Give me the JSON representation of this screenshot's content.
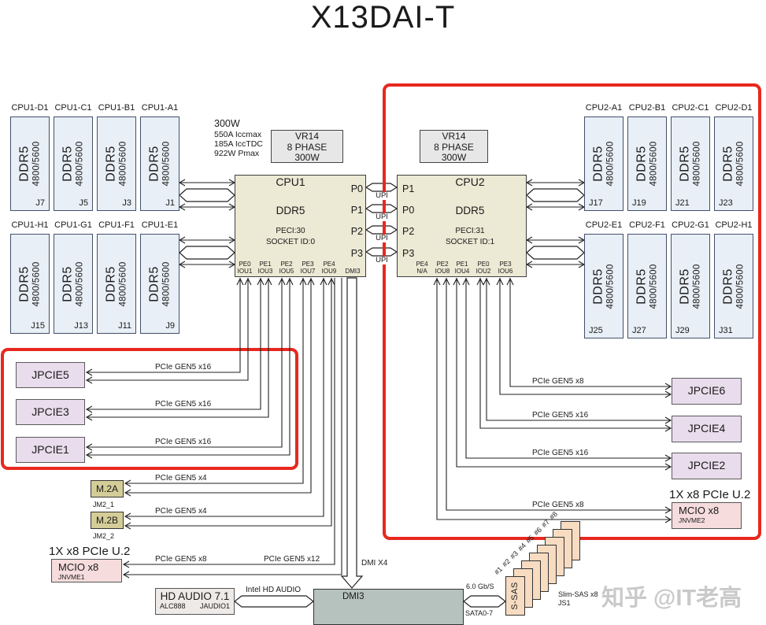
{
  "title": "X13DAI-T",
  "watermark": "知乎 @IT老高",
  "colors": {
    "highlight_red": "#e8281f",
    "dimm_fill": "#e9eff6",
    "cpu_fill": "#ece9d4",
    "pcie_fill": "#e9dcec",
    "m2_fill": "#d5cd97",
    "mcio_fill": "#f6dcdc",
    "vr_fill": "#e7e7e7",
    "dmi_fill": "#b6c2bd",
    "sas_fill": "#f7dcc2",
    "audio_fill": "#eeeae8"
  },
  "power_note": {
    "l1": "300W",
    "l2": "550A Iccmax",
    "l3": "185A IccTDC",
    "l4": "922W Pmax"
  },
  "vr": {
    "l1": "VR14",
    "l2": "8 PHASE",
    "l3": "300W"
  },
  "cpu1": {
    "name": "CPU1",
    "mem": "DDR5",
    "peci": "PECI:30",
    "socket": "SOCKET ID:0",
    "ports": [
      "P0",
      "P1",
      "P2",
      "P3"
    ],
    "bottom": [
      [
        "PE0",
        "IOU1"
      ],
      [
        "PE1",
        "IOU3"
      ],
      [
        "PE2",
        "IOU5"
      ],
      [
        "PE3",
        "IOU7"
      ],
      [
        "PE4",
        "IOU9"
      ],
      [
        "",
        "DMI3"
      ]
    ]
  },
  "cpu2": {
    "name": "CPU2",
    "mem": "DDR5",
    "peci": "PECI:31",
    "socket": "SOCKET ID:1",
    "ports": [
      "P1",
      "P0",
      "P2",
      "P3"
    ],
    "bottom": [
      [
        "PE4",
        "N/A"
      ],
      [
        "PE2",
        "IOU8"
      ],
      [
        "PE1",
        "IOU4"
      ],
      [
        "PE0",
        "IOU2"
      ],
      [
        "PE3",
        "IOU6"
      ]
    ]
  },
  "upi": "UPI",
  "memory": {
    "module": [
      "DDR5",
      "4800/5600"
    ],
    "left_row1": [
      {
        "header": "CPU1-D1",
        "j": "J7"
      },
      {
        "header": "CPU1-C1",
        "j": "J5"
      },
      {
        "header": "CPU1-B1",
        "j": "J3"
      },
      {
        "header": "CPU1-A1",
        "j": "J1"
      }
    ],
    "left_row2": [
      {
        "header": "CPU1-H1",
        "j": "J15"
      },
      {
        "header": "CPU1-G1",
        "j": "J13"
      },
      {
        "header": "CPU1-F1",
        "j": "J11"
      },
      {
        "header": "CPU1-E1",
        "j": "J9"
      }
    ],
    "right_row1": [
      {
        "header": "CPU2-A1",
        "j": "J17"
      },
      {
        "header": "CPU2-B1",
        "j": "J19"
      },
      {
        "header": "CPU2-C1",
        "j": "J21"
      },
      {
        "header": "CPU2-D1",
        "j": "J23"
      }
    ],
    "right_row2": [
      {
        "header": "CPU2-E1",
        "j": "J25"
      },
      {
        "header": "CPU2-F1",
        "j": "J27"
      },
      {
        "header": "CPU2-G1",
        "j": "J29"
      },
      {
        "header": "CPU2-H1",
        "j": "J31"
      }
    ]
  },
  "pcie_left": [
    {
      "name": "JPCIE5",
      "bus": "PCIe GEN5 x16"
    },
    {
      "name": "JPCIE3",
      "bus": "PCIe GEN5 x16"
    },
    {
      "name": "JPCIE1",
      "bus": "PCIe GEN5 x16"
    }
  ],
  "pcie_right": [
    {
      "name": "JPCIE6",
      "bus": "PCIe GEN5 x8"
    },
    {
      "name": "JPCIE4",
      "bus": "PCIe GEN5 x16"
    },
    {
      "name": "JPCIE2",
      "bus": "PCIe GEN5 x16"
    }
  ],
  "m2": [
    {
      "name": "M.2A",
      "ref": "JM2_1",
      "bus": "PCIe GEN5 x4"
    },
    {
      "name": "M.2B",
      "ref": "JM2_2",
      "bus": "PCIe GEN5 x4"
    }
  ],
  "mcio1": {
    "title": "1X x8 PCIe U.2",
    "name": "MCIO x8",
    "ref": "JNVME1",
    "bus": "PCIe GEN5 x8"
  },
  "mcio2": {
    "title": "1X x8 PCIe U.2",
    "name": "MCIO x8",
    "ref": "JNVME2",
    "bus": "PCIe GEN5 x8"
  },
  "x12_bus": "PCIe GEN5 x12",
  "dmi": {
    "bus": "DMI X4",
    "box": "DMI3"
  },
  "audio": {
    "name": "HD AUDIO 7.1",
    "chip": "ALC888",
    "ref": "JAUDIO1",
    "bus": "Intel HD AUDIO"
  },
  "sata": {
    "speed": "6.0 Gb/S",
    "ports": "SATA0-7",
    "card": "S-SAS",
    "tags": [
      "#1",
      "#2",
      "#3",
      "#4",
      "#5",
      "#6",
      "#7",
      "#8"
    ],
    "slim1": "Slim-SAS x8",
    "slim2": "JS1"
  }
}
